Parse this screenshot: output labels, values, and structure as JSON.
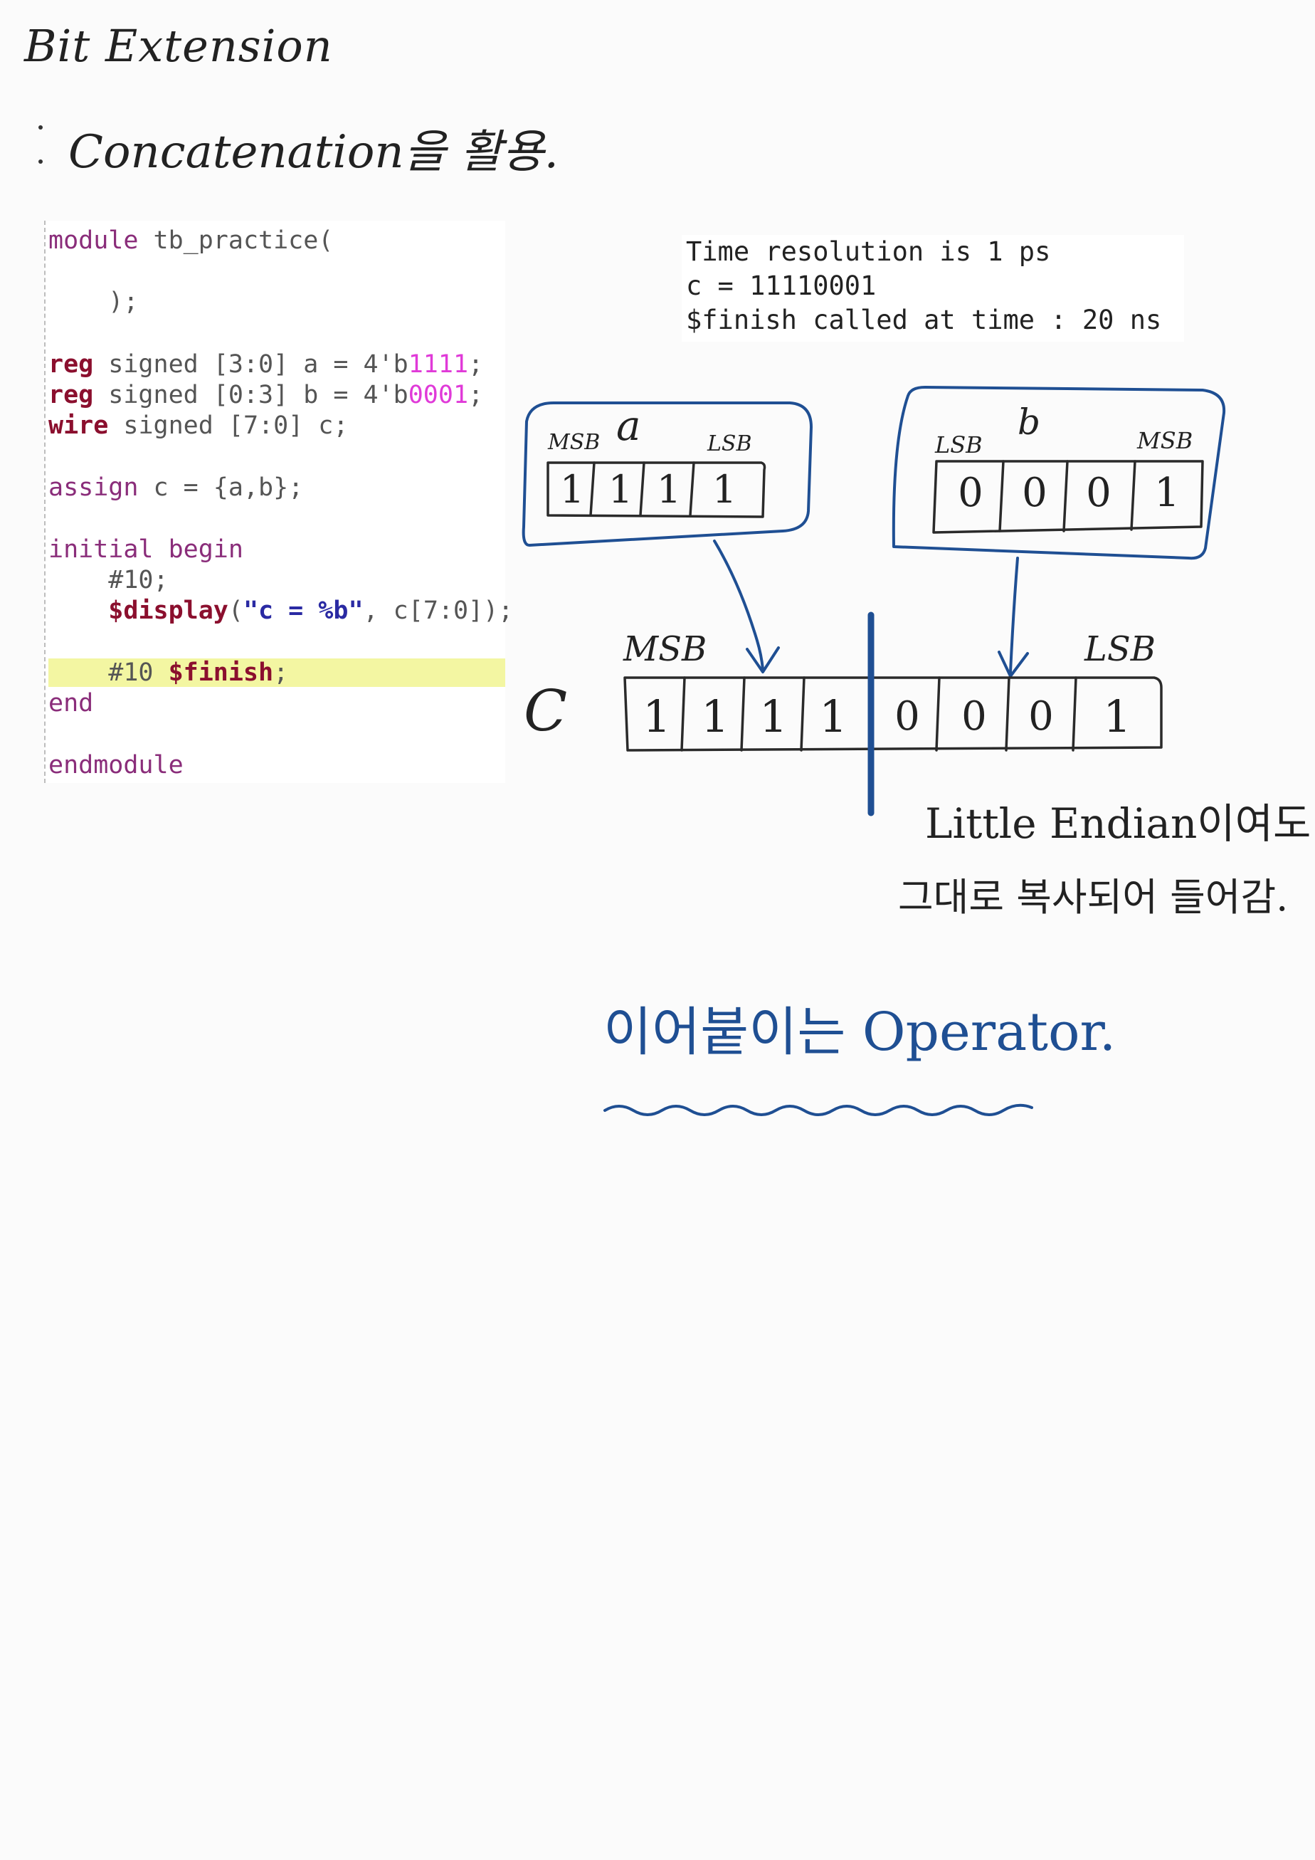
{
  "page": {
    "title": "Bit Extension",
    "subtitle": "Concatenation을 활용.",
    "footer_note": "이어붙이는 Operator."
  },
  "code": {
    "lines": [
      "module tb_practice(",
      "",
      "    );",
      "",
      "reg signed [3:0] a = 4'b1111;",
      "reg signed [0:3] b = 4'b0001;",
      "wire signed [7:0] c;",
      "",
      "assign c = {a,b};",
      "",
      "initial begin",
      "    #10;",
      "    $display(\"c = %b\", c[7:0]);",
      "",
      "    #10 $finish;",
      "end",
      "",
      "endmodule"
    ],
    "highlighted_line": 14
  },
  "console": {
    "lines": [
      "Time resolution is 1 ps",
      "c = 11110001",
      "$finish called at time : 20 ns"
    ]
  },
  "diagram": {
    "a": {
      "name": "a",
      "msb": "MSB",
      "lsb": "LSB",
      "bits": [
        "1",
        "1",
        "1",
        "1"
      ]
    },
    "b": {
      "name": "b",
      "lsb": "LSB",
      "msb": "MSB",
      "bits": [
        "0",
        "0",
        "0",
        "1"
      ]
    },
    "c": {
      "name": "C",
      "msb": "MSB",
      "lsb": "LSB",
      "bits": [
        "1",
        "1",
        "1",
        "1",
        "0",
        "0",
        "0",
        "1"
      ]
    },
    "note_line1": "Little Endian이여도",
    "note_line2": "그대로 복사되어 들어감."
  },
  "colors": {
    "ink_blue": "#1f4f93",
    "highlight": "#f3f6a2",
    "keyword": "#8a2d7a",
    "number": "#e03ad8"
  }
}
